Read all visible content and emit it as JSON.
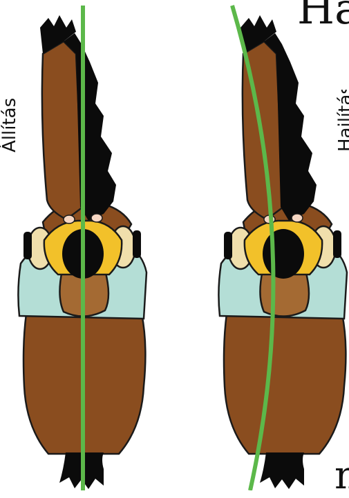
{
  "labels": {
    "left": "Állítás",
    "right": "Hajlítás"
  },
  "fragments": {
    "top_right": "Ha",
    "bottom_right": "n"
  },
  "colors": {
    "guide_line": "#5cb84a",
    "horse_coat": "#8a4d1f",
    "mane": "#0b0b0b",
    "saddle_pad": "#b4ded6",
    "rider_jacket": "#f2c12a",
    "rider_arms": "#f0dfac",
    "rider_back": "#a46a33",
    "outline": "#1a1a1a"
  },
  "panels": [
    {
      "name": "left-panel",
      "guide": "straight"
    },
    {
      "name": "right-panel",
      "guide": "curved"
    }
  ]
}
